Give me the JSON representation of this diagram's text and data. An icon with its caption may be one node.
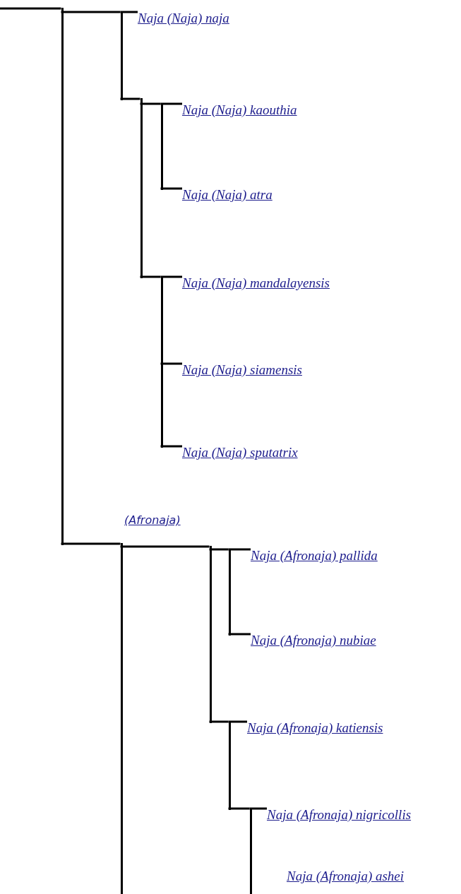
{
  "diagram": {
    "nodes": [
      {
        "text": [],
        "shape": "bar"
      },
      {
        "text": [],
        "shape": "bar"
      },
      {
        "text": [
          "Naja (Naja) naja"
        ]
      },
      {
        "text": [],
        "shape": "bar"
      },
      {
        "text": [],
        "shape": "bar"
      },
      {
        "text": [
          "Naja (Naja) kaouthia"
        ]
      },
      {
        "text": [
          "Naja (Naja) atra"
        ]
      },
      {
        "text": [],
        "shape": "bar"
      },
      {
        "text": [
          "Naja (Naja) mandalayensis"
        ]
      },
      {
        "text": [
          "Naja (Naja) siamensis"
        ]
      },
      {
        "text": [
          "Naja (Naja) sputatrix"
        ]
      },
      {
        "text": [],
        "shape": "bar",
        "beside": [
          "(Afronaja)"
        ]
      },
      {
        "text": [],
        "shape": "bar"
      },
      {
        "text": [],
        "shape": "bar"
      },
      {
        "text": [
          "Naja (Afronaja) pallida"
        ]
      },
      {
        "text": [
          "Naja (Afronaja) nubiae"
        ]
      },
      {
        "text": [],
        "shape": "bar"
      },
      {
        "text": [
          "Naja (Afronaja) katiensis"
        ]
      },
      {
        "text": [],
        "shape": "bar"
      },
      {
        "text": [
          "Naja (Afronaja) nigricollis"
        ]
      },
      {
        "text": [
          "Naja (Afronaja) ashei"
        ]
      }
    ],
    "edges": [
      {
        "from": null,
        "to": 0,
        "arrow": "none"
      },
      {
        "from": 0,
        "to": 1,
        "arrow": "none"
      },
      {
        "from": 0,
        "to": 11,
        "arrow": "none"
      },
      {
        "from": 1,
        "to": 2,
        "arrow": "none"
      },
      {
        "from": 1,
        "to": 3,
        "arrow": "none"
      },
      {
        "from": 3,
        "to": 4,
        "arrow": "none"
      },
      {
        "from": 4,
        "to": 5,
        "arrow": "none"
      },
      {
        "from": 4,
        "to": 6,
        "arrow": "none"
      },
      {
        "from": 3,
        "to": 7,
        "arrow": "none"
      },
      {
        "from": 7,
        "to": 8,
        "arrow": "none"
      },
      {
        "from": 7,
        "to": 9,
        "arrow": "none"
      },
      {
        "from": 7,
        "to": 10,
        "arrow": "none"
      },
      {
        "from": 11,
        "to": 12,
        "arrow": "none"
      },
      {
        "from": 12,
        "to": 13,
        "arrow": "none"
      },
      {
        "from": 13,
        "to": 14,
        "arrow": "none"
      },
      {
        "from": 13,
        "to": 15,
        "arrow": "none"
      },
      {
        "from": 12,
        "to": 16,
        "arrow": "none"
      },
      {
        "from": 16,
        "to": 17,
        "arrow": "none"
      },
      {
        "from": 16,
        "to": 18,
        "arrow": "none"
      },
      {
        "from": 18,
        "to": 19,
        "arrow": "none"
      }
    ]
  }
}
